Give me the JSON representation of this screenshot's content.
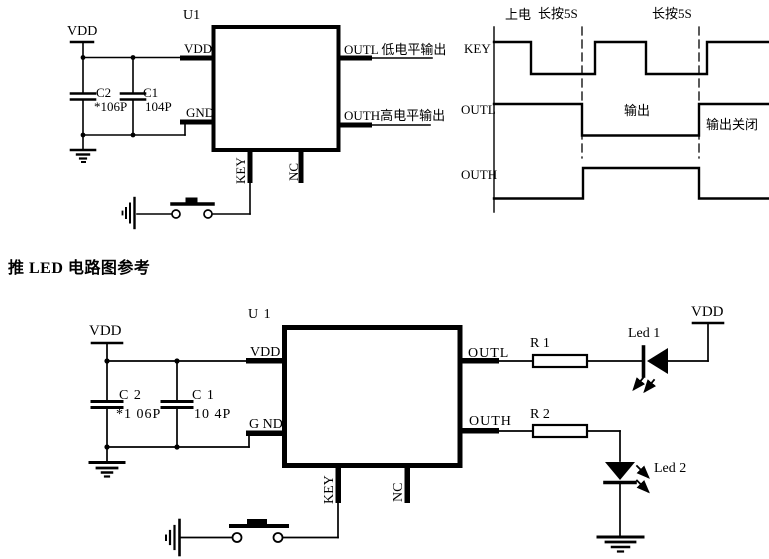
{
  "colors": {
    "ink": "#000000",
    "background": "#ffffff"
  },
  "section_title": "推 LED 电路图参考",
  "top_circuit": {
    "chip_ref": "U1",
    "supply_label": "VDD",
    "cap2_ref": "C2",
    "cap2_value": "*106P",
    "cap1_ref": "C1",
    "cap1_value": "104P",
    "pin_vdd": "VDD",
    "pin_gnd": "GND",
    "pin_key": "KEY",
    "pin_nc": "NC",
    "outl_label": "OUTL 低电平输出",
    "outh_label": "OUTH高电平输出"
  },
  "timing_diagram": {
    "power_on": "上电",
    "long_press_1": "长按5S",
    "long_press_2": "长按5S",
    "signal_key": "KEY",
    "signal_outl": "OUTL",
    "signal_outh": "OUTH",
    "output_on": "输出",
    "output_off": "输出关闭"
  },
  "led_circuit": {
    "chip_ref": "U 1",
    "supply_label": "VDD",
    "supply_label_right": "VDD",
    "cap2_ref": "C 2",
    "cap2_value": "*1 06P",
    "cap1_ref": "C 1",
    "cap1_value": "10 4P",
    "pin_vdd": "VDD",
    "pin_gnd": "G ND",
    "pin_outl": "OUTL",
    "pin_outh": "OUTH",
    "pin_key": "KEY",
    "pin_nc": "NC",
    "r1_ref": "R 1",
    "r2_ref": "R 2",
    "led1_ref": "Led 1",
    "led2_ref": "Led 2"
  }
}
